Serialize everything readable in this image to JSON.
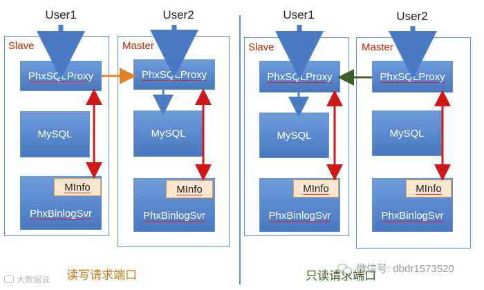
{
  "left": {
    "user1": "User1",
    "user2": "User2",
    "slave_label": "Slave",
    "master_label": "Master",
    "proxy1": "PhxSQLProxy",
    "proxy2": "PhxSQLProxy",
    "mysql1": "MySQL",
    "mysql2": "MySQL",
    "minfo1": "MInfo",
    "minfo2": "MInfo",
    "binlog1": "PhxBinlogSvr",
    "binlog2": "PhxBinlogSvr",
    "caption": "读写请求端口"
  },
  "right": {
    "user1": "User1",
    "user2": "User2",
    "slave_label": "Slave",
    "master_label": "Master",
    "proxy1": "PhxSQLProxy",
    "proxy2": "PhxSQLProxy",
    "mysql1": "MySQL",
    "mysql2": "MySQL",
    "minfo1": "MInfo",
    "minfo2": "MInfo",
    "binlog1": "PhxBinlogSvr",
    "binlog2": "PhxBinlogSvr",
    "caption": "只读请求端口"
  },
  "watermark_left": "大数据说",
  "watermark_right": "微信号: dbdr1573520",
  "colors": {
    "box_blue": "#5a88cc",
    "read_write_arrow": "#e0822a",
    "read_only_arrow": "#3f5e2a",
    "sync_arrow": "#d01818",
    "left_caption": "#c97a10",
    "right_caption": "#3d5a1e"
  }
}
